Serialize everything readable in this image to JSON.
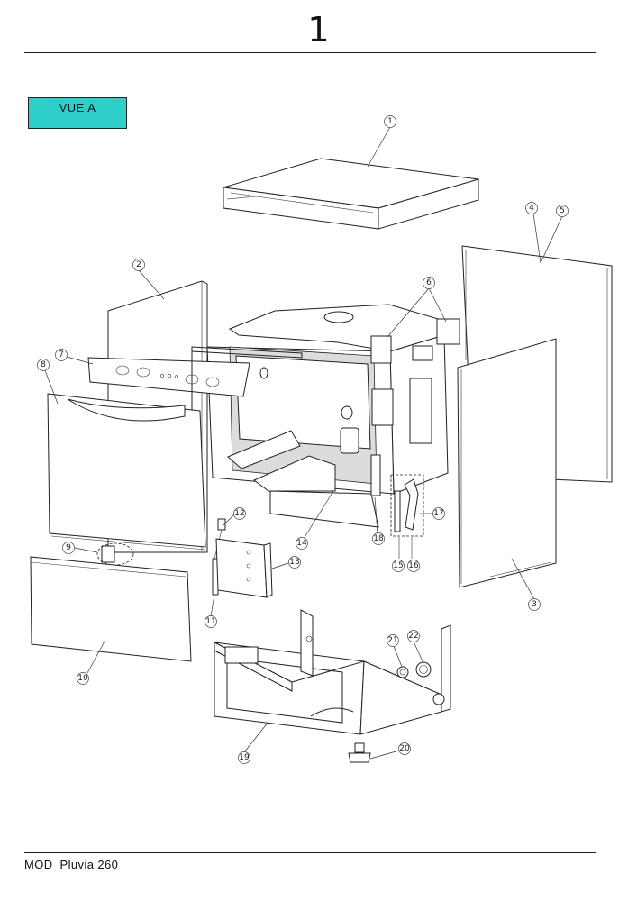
{
  "header": {
    "page_number": "1"
  },
  "view_label": "VUE A",
  "footer": {
    "model": "MOD  Pluvia 260"
  },
  "callouts": [
    {
      "id": "c1",
      "label": "1"
    },
    {
      "id": "c2",
      "label": "2"
    },
    {
      "id": "c3",
      "label": "3"
    },
    {
      "id": "c4",
      "label": "4"
    },
    {
      "id": "c5",
      "label": "5"
    },
    {
      "id": "c6",
      "label": "6"
    },
    {
      "id": "c7",
      "label": "7"
    },
    {
      "id": "c8",
      "label": "8"
    },
    {
      "id": "c9",
      "label": "9"
    },
    {
      "id": "c10",
      "label": "10"
    },
    {
      "id": "c11",
      "label": "11"
    },
    {
      "id": "c12",
      "label": "12"
    },
    {
      "id": "c13",
      "label": "13"
    },
    {
      "id": "c14",
      "label": "14"
    },
    {
      "id": "c15",
      "label": "15"
    },
    {
      "id": "c16",
      "label": "16"
    },
    {
      "id": "c17",
      "label": "17"
    },
    {
      "id": "c18",
      "label": "18"
    },
    {
      "id": "c19",
      "label": "19"
    },
    {
      "id": "c20",
      "label": "20"
    },
    {
      "id": "c21",
      "label": "21"
    },
    {
      "id": "c22",
      "label": "22"
    }
  ]
}
